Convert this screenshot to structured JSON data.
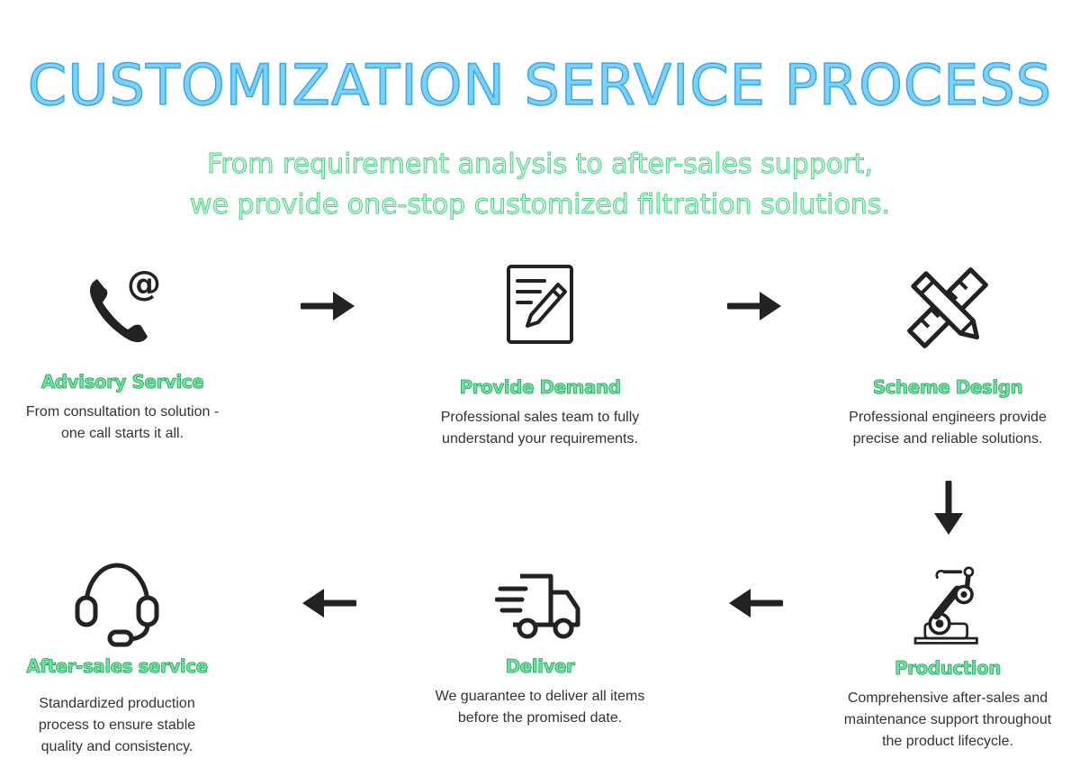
{
  "title": "CUSTOMIZATION SERVICE PROCESS",
  "subtitle": {
    "line1": "From requirement analysis to after-sales support,",
    "line2": "we provide one-stop customized filtration solutions."
  },
  "steps": [
    {
      "label": "Advisory Service",
      "desc1": "From consultation to solution -",
      "desc2": "one call starts it all.",
      "desc3": "",
      "icon": "phone-at-icon"
    },
    {
      "label": "Provide Demand",
      "desc1": "Professional sales team to fully",
      "desc2": "understand your requirements.",
      "desc3": "",
      "icon": "document-pen-icon"
    },
    {
      "label": "Scheme Design",
      "desc1": "Professional engineers provide",
      "desc2": "precise and reliable solutions.",
      "desc3": "",
      "icon": "ruler-pencil-icon"
    },
    {
      "label": "Production",
      "desc1": "Comprehensive after-sales and",
      "desc2": "maintenance support throughout",
      "desc3": "the product lifecycle.",
      "icon": "robot-arm-icon"
    },
    {
      "label": "Deliver",
      "desc1": "We guarantee to deliver all items",
      "desc2": "before the promised date.",
      "desc3": "",
      "icon": "delivery-truck-icon"
    },
    {
      "label": "After-sales service",
      "desc1": "Standardized production",
      "desc2": "process to ensure stable",
      "desc3": "quality and consistency.",
      "icon": "headset-icon"
    }
  ],
  "colors": {
    "title": "#7fd0f8",
    "accent_green": "#4fd28a",
    "text": "#333333",
    "icon": "#222222"
  }
}
